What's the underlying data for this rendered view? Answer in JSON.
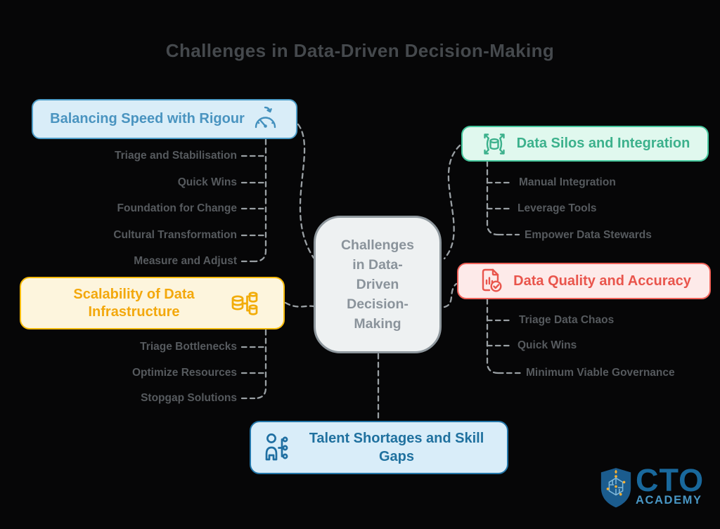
{
  "title": "Challenges in Data-Driven Decision-Making",
  "title_color": "#45494d",
  "background_color": "#060607",
  "connector_color": "#9aa0a4",
  "item_text_color": "#565a5e",
  "central": {
    "lines": [
      "Challenges",
      "in Data-",
      "Driven",
      "Decision-",
      "Making"
    ],
    "colors": {
      "bg": "#eef1f2",
      "border": "#8e979d",
      "text": "#8a939b"
    }
  },
  "branches": {
    "speed": {
      "label": "Balancing Speed with Rigour",
      "icon": "gauge-icon",
      "colors": {
        "bg": "#d9edf8",
        "border": "#4d9dc8",
        "text": "#4a94c0"
      },
      "items": [
        "Triage and Stabilisation",
        "Quick Wins",
        "Foundation for Change",
        "Cultural Transformation",
        "Measure and Adjust"
      ]
    },
    "scalability": {
      "label": "Scalability of Data Infrastructure",
      "icon": "database-scaling-icon",
      "colors": {
        "bg": "#fdf5dd",
        "border": "#f6ba0b",
        "text": "#f3a80c"
      },
      "items": [
        "Triage Bottlenecks",
        "Optimize Resources",
        "Stopgap Solutions"
      ]
    },
    "silos": {
      "label": "Data Silos and Integration",
      "icon": "data-expand-icon",
      "colors": {
        "bg": "#e0f8ee",
        "border": "#45c79d",
        "text": "#3cb18c"
      },
      "items": [
        "Manual Integration",
        "Leverage Tools",
        "Empower Data Stewards"
      ]
    },
    "quality": {
      "label": "Data Quality and Accuracy",
      "icon": "document-check-icon",
      "colors": {
        "bg": "#fdeae9",
        "border": "#ef6158",
        "text": "#e9554c"
      },
      "items": [
        "Triage Data Chaos",
        "Quick Wins",
        "Minimum Viable Governance"
      ]
    },
    "talent": {
      "label": "Talent Shortages and Skill Gaps",
      "icon": "person-skills-icon",
      "colors": {
        "bg": "#d9edf9",
        "border": "#2376a9",
        "text": "#20719f"
      },
      "items": []
    }
  },
  "logo": {
    "brand": "CTO",
    "sub": "ACADEMY",
    "colors": {
      "shield": "#1b5c8e",
      "circuit": "#7fb8da",
      "dots": "#f9b234",
      "brand_text": "#19689c",
      "sub_text": "#4896c4"
    }
  }
}
